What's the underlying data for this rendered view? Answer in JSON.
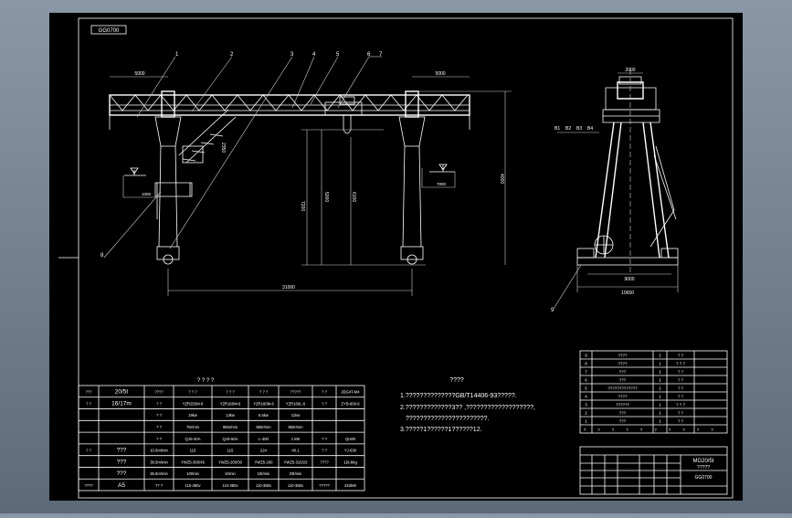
{
  "drawing": {
    "corner_tag": "GG0700",
    "front_view": {
      "dims_top": [
        "5000",
        "5000"
      ],
      "dims_vertical": [
        "7200",
        "5000",
        "6100",
        "4000",
        "2350",
        "7000",
        "1000"
      ],
      "span": "31000",
      "part_numbers": [
        "1",
        "2",
        "3",
        "4",
        "5",
        "6",
        "7",
        "8"
      ]
    },
    "side_view": {
      "dim_top": "2000",
      "labels": [
        "B1",
        "B2",
        "B3",
        "B4"
      ],
      "dim_base_inner": "9000",
      "dim_base_outer": "10650",
      "part_number": "9"
    }
  },
  "param_table": {
    "title": "? ? ? ?",
    "rows": [
      [
        "???",
        "20/5t",
        "????",
        "? ? ?",
        "? ? ?",
        "? ? ?",
        "?????",
        "? ?",
        "JDG4T-M4"
      ],
      [
        "? ?",
        "16/17m",
        "? ?",
        "YZR250M-8",
        "YZR160M-6",
        "YZR160M-6",
        "YZR160L-6",
        "? ?",
        "ZYB-600-6"
      ],
      [
        "",
        "",
        "? ?",
        "19kw",
        "13kw",
        "5.5kw",
        "11kw",
        "",
        ""
      ],
      [
        "",
        "",
        "? ?",
        "75r/min",
        "955r/min",
        "960r/min",
        "950r/min",
        "",
        ""
      ],
      [
        "",
        "",
        "? ?",
        "QJS-40A",
        "QJS-50A",
        "L-400",
        "1 kW",
        "? ?",
        "QU80"
      ],
      [
        "? ?",
        "???",
        "10.5m/min",
        "115",
        "115",
        "224",
        "40.1",
        "? ?",
        "YJ-630"
      ],
      [
        "",
        "???",
        "38.5m/min",
        "YWZ5-300/45",
        "YWZ5-200/30",
        "YWZ5-200",
        "YWZ5-315/23",
        "????",
        "11k-bkg"
      ],
      [
        "",
        "???",
        "36.5m/min",
        "10t/min",
        "4t/min",
        "15t/min",
        "20t/min",
        "",
        ""
      ],
      [
        "????",
        "A5",
        "?? ?",
        "110-380v",
        "110-380v",
        "110-380v",
        "110-380v",
        "?????",
        "220kW"
      ]
    ]
  },
  "notes": {
    "title": "????",
    "lines": [
      "1.??????????????GB/T14406-93?????.",
      "2.?????????????3?? ,???????????????????,",
      "???????????????????????.",
      "3.?????1??????1??????12."
    ]
  },
  "parts_list": {
    "rows": [
      [
        "9",
        "????",
        "1",
        "? ?"
      ],
      [
        "8",
        "????",
        "1",
        "? ? ?"
      ],
      [
        "7",
        "???",
        "1",
        "? ?"
      ],
      [
        "6",
        "???",
        "1",
        "? ?"
      ],
      [
        "5",
        "?????????????",
        "1",
        "? ?"
      ],
      [
        "4",
        "????",
        "1",
        "? ?"
      ],
      [
        "3",
        "??????",
        "1",
        "? ? ?"
      ],
      [
        "2",
        "???",
        "1",
        "? ?"
      ],
      [
        "1",
        "???",
        "1",
        "? ?"
      ]
    ],
    "header": [
      "?",
      "?",
      "?",
      "?",
      "?",
      "?",
      "?",
      "?",
      "?",
      "?"
    ]
  },
  "title_block": {
    "drawing_name": "MG20/5t",
    "subtitle": "?????",
    "code": "GG0700"
  }
}
